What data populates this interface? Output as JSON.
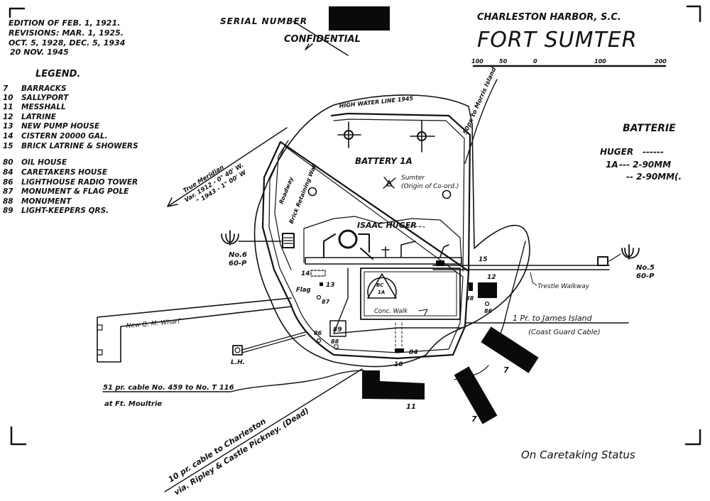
{
  "header": {
    "edition_lines": [
      "EDITION OF FEB. 1, 1921.",
      "REVISIONS: MAR. 1, 1925.",
      "OCT. 5, 1928, DEC. 5, 1934",
      "20 NOV. 1945"
    ],
    "serial_label": "SERIAL NUMBER",
    "classification": "CONFIDENTIAL",
    "location": "CHARLESTON HARBOR, S.C.",
    "title": "FORT SUMTER"
  },
  "scale_bar": {
    "ticks": [
      "100",
      "50",
      "0",
      "100",
      "200"
    ]
  },
  "legend": {
    "title": "LEGEND.",
    "items": [
      {
        "num": "7",
        "label": "BARRACKS"
      },
      {
        "num": "10",
        "label": "SALLYPORT"
      },
      {
        "num": "11",
        "label": "MESSHALL"
      },
      {
        "num": "12",
        "label": "LATRINE"
      },
      {
        "num": "13",
        "label": "NEW PUMP HOUSE"
      },
      {
        "num": "14",
        "label": "CISTERN 20000 GAL."
      },
      {
        "num": "15",
        "label": "BRICK LATRINE & SHOWERS"
      },
      {
        "num": "80",
        "label": "OIL HOUSE"
      },
      {
        "num": "84",
        "label": "CARETAKERS HOUSE"
      },
      {
        "num": "86",
        "label": "LIGHTHOUSE RADIO TOWER"
      },
      {
        "num": "87",
        "label": "MONUMENT & FLAG POLE"
      },
      {
        "num": "88",
        "label": "MONUMENT"
      },
      {
        "num": "89",
        "label": "LIGHT-KEEPERS QRS."
      }
    ]
  },
  "batteries": {
    "title": "BATTERIE",
    "rows": [
      {
        "name": "HUGER",
        "value": "------"
      },
      {
        "name": "1A",
        "value": "--- 2-90MM"
      },
      {
        "name": "",
        "value": "-- 2-90MM(."
      }
    ]
  },
  "map_labels": {
    "high_water": "HIGH WATER LINE 1945",
    "morris_cable": "50pr. to Morris Island",
    "battery_1a": "BATTERY 1A",
    "sumter_origin_1": "Sumter",
    "sumter_origin_2": "(Origin of Co-ord.)",
    "roadway": "Roadway",
    "retaining_wall": "Brick Retaining Wall",
    "isaac_huger": "ISAAC HUGER",
    "meridian_1": "True Meridian",
    "meridian_2": "Var. 1912 - 0° 40' W.",
    "meridian_3": "\" 1943 - 1° 00' W",
    "searchlight_6_a": "No.6",
    "searchlight_6_b": "60-P",
    "searchlight_5_a": "No.5",
    "searchlight_5_b": "60-P",
    "trestle": "Trestle Walkway",
    "james_island_1": "1 Pr. to James Island",
    "james_island_2": "(Coast Guard Cable)",
    "wharf": "New Q. M. Wharf",
    "lighthouse": "L.H.",
    "cable_moultrie_1": "51 pr. cable No. 459 to No. T 116",
    "cable_moultrie_2": "at Ft. Moultrie",
    "cable_charleston_1": "10 pr. cable to Charleston",
    "cable_charleston_2": "via. Ripley & Castle Pickney. (Dead)",
    "conc_walk": "Conc. Walk",
    "bc_top": "BC",
    "bc_bottom": "1A",
    "flag": "Flag",
    "n14": "14",
    "n13": "13",
    "n87": "87",
    "n15": "15",
    "n12": "12",
    "n88a": "88",
    "n86a": "86",
    "n86b": "86",
    "n89": "89",
    "n88b": "88",
    "n84": "84",
    "n10": "10",
    "n11": "11",
    "n7a": "7",
    "n7b": "7"
  },
  "footer": {
    "status": "On Caretaking Status"
  }
}
